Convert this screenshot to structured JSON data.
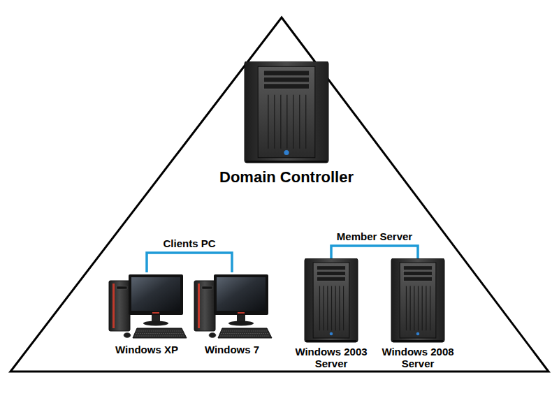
{
  "diagram": {
    "nodes": [
      {
        "text": [
          "Domain Controller"
        ]
      },
      {
        "text": [
          "Windows XP"
        ]
      },
      {
        "text": [
          "Windows 7"
        ]
      },
      {
        "text": [
          "Windows 2003 Server"
        ]
      },
      {
        "text": [
          "Windows 2008 Server"
        ]
      }
    ],
    "edges": [
      {
        "from": 1,
        "to": 2,
        "arrow": "none",
        "label": "Clients PC"
      },
      {
        "from": 3,
        "to": 4,
        "arrow": "none",
        "label": "Member Server"
      }
    ]
  }
}
